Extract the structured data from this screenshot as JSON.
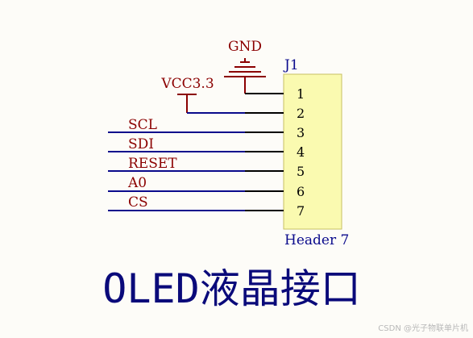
{
  "power": {
    "gnd_label": "GND",
    "vcc_label": "VCC3.3"
  },
  "connector": {
    "designator": "J1",
    "part_name": "Header 7",
    "pins": [
      "1",
      "2",
      "3",
      "4",
      "5",
      "6",
      "7"
    ]
  },
  "nets": [
    "SCL",
    "SDI",
    "RESET",
    "A0",
    "CS"
  ],
  "title": "OLED液晶接口",
  "watermark": "CSDN @光子物联单片机",
  "colors": {
    "net_wire": "#0a0a8c",
    "pin_line": "#000000",
    "power_symbol": "#8b0000",
    "label_text": "#8b0000",
    "designator_text": "#0a0a8c",
    "header_fill": "#fafab0",
    "header_border": "#c8c064"
  }
}
